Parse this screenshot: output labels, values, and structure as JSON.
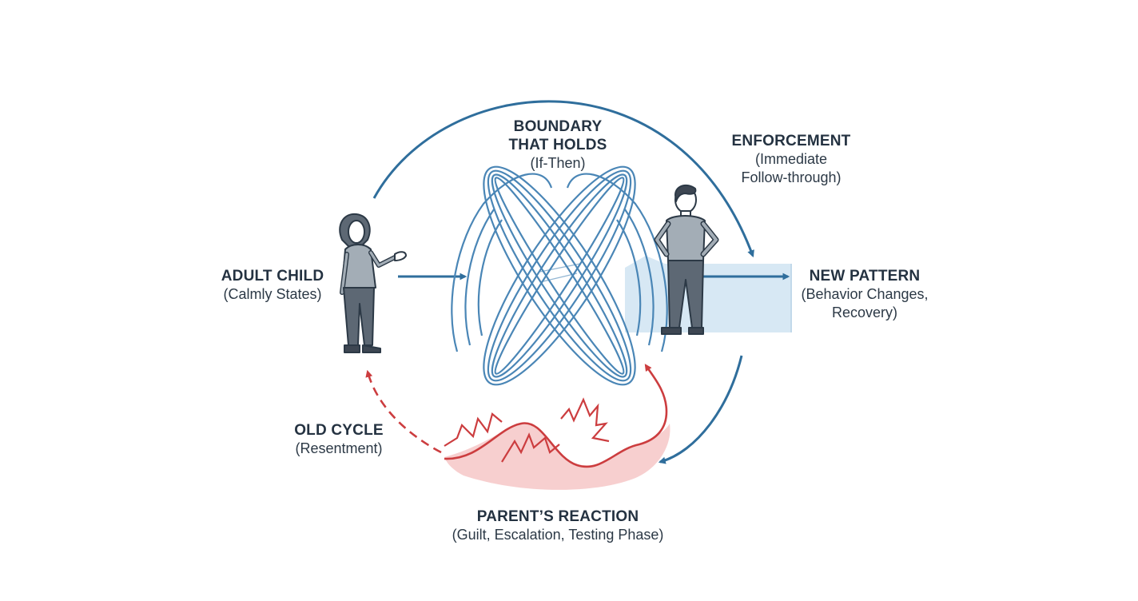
{
  "labels": {
    "boundary": {
      "title_line1": "BOUNDARY",
      "title_line2": "THAT HOLDS",
      "subtitle": "(If-Then)"
    },
    "enforcement": {
      "title": "ENFORCEMENT",
      "subtitle_line1": "(Immediate",
      "subtitle_line2": "Follow-through)"
    },
    "adult_child": {
      "title": "ADULT CHILD",
      "subtitle": "(Calmly States)"
    },
    "new_pattern": {
      "title": "NEW PATTERN",
      "subtitle_line1": "(Behavior Changes,",
      "subtitle_line2": "Recovery)"
    },
    "old_cycle": {
      "title": "OLD CYCLE",
      "subtitle": "(Resentment)"
    },
    "parent_reaction": {
      "title": "PARENT’S REACTION",
      "subtitle": "(Guilt, Escalation, Testing Phase)"
    }
  },
  "colors": {
    "blue": "#2f6e9c",
    "boundary_blue": "#4a86b6",
    "red": "#cc3d3f",
    "red_fill": "#f6c7c7",
    "light_blue_fill": "#d7e8f4",
    "figure_gray": "#9aa4ae",
    "figure_dark": "#5d6874",
    "outline": "#2c3946"
  }
}
